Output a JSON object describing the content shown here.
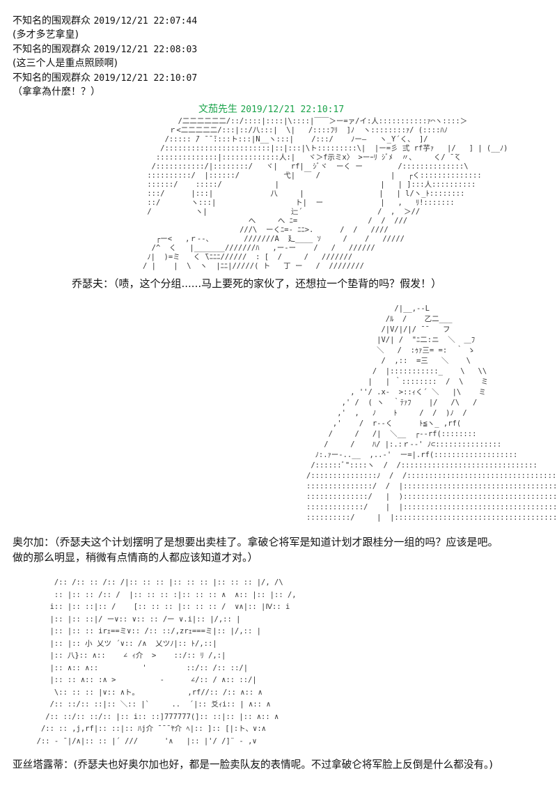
{
  "comments": [
    {
      "author": "不知名的围观群众",
      "time": "2019/12/21 22:07:44",
      "text": "(多才多艺拿皇)"
    },
    {
      "author": "不知名的围观群众",
      "time": "2019/12/21 22:08:03",
      "text": "(这三个人是重点照顾啊)"
    },
    {
      "author": "不知名的围观群众",
      "time": "2019/12/21 22:10:07",
      "text": "（拿拿為什麼！？）"
    }
  ],
  "post": {
    "author": "文茄先生",
    "time": "2019/12/21 22:10:17"
  },
  "art": {
    "a1": "        /二二二二二二/::/::::|::::|\\::::|￣￣＞ー=ァ/イ:人:::::::::::ｧ⌒ヽ::::＞\n      ｒ<二二二二二/:::|::/八:::|  \\|   /::::ﾌﾘ  ]ﾉ  ヽ::::::::ｧ/ (::::ﾊﾉ\n     /::::: ̄/ ̄ ̄ ̄::::ト:::|N__ヽ:::|    /:::/    ﾉー―   ヽ_Y´く、 ]/\n    /::::::::::::::::::::::::|::|:::|\\ト:::::::::\\|  |ー=彡 弍 rf芋ｧ   |/   ] | (__ﾉ)\n   ::::::::::::::|:::::::::::::人:|   ヾ＞f示ミx〉 >ーｰﾘ ｼﾞﾒ  〃、    く/ ̄ ̄く\n  /:::::::::::/|::::::::/   ヾ|   rf|  ｼﾞヾ  ーく ー        /::::::::::::::\\\n ::::::::::/  |::::::/          弋|  ￣ /                |   ┌く::::::::::::::\n ::::::/    :::::/            |                       |   | ]:::人::::::::::\n :::/      |:::|             八     |                 |   | l/ヽ_ﾄ::::::::\n ::/       ヽ:::|                  ト|  ー             |   ,   ﾘ!:::::::\n /          ヽ|                   辷´                 /  ,  ＞//\n                        へ     へ ﾆ=                /  /  ///\n                      ///\\  ーくﾆ=- ﾆﾆ>.      /  /   ////\n   ┌ー<   ,ｒ‐‐、       ///////A  廴____ ｿ     /    /   /////\n  /^  く   |_______///////ﾊ   ,ー‐ー    /   /   //////\n ﾉ|  )=ミ   く ̄\\ﾆﾆﾆ//////  : [  /     /   ///////\n/ |    |  \\  ヽ  |ﾆﾆ|/////( ト   丁 ー   /  ////////",
    "a2": "                    /|__,-‐L\n                  /ﾙ  /    乙二___\n                 /|V/|/|/ ̄ ̄    フ\n                |V/| /  \"ﾆ二:ニ  ＼  ＿ﾌ\n                ＼   /  :ｩｧ三= =:  ｀ ゝ\n                 /  ,::  =三   ＼    \\\n               /  |:::::::::::_    \\   \\\\\n              |   | ｀::::::::  /  \\    ミ\n          , ''/ .x-  >::ｨく´ ＼   |\\    ミ\n        ,' /  ( ヽ  ｀ﾃｧﾌ    |/   /\\   /\n       ,'  ,   ﾉ    ﾄ     /  /  )ﾉ  /\n      ,'    /  r‐‐く      ﾄ≦ヽ_ ,rf(\n     /     /   /|  ＼__  ┌-‐rf(::::::::\n    /     /    ﾊ/ |:.:ｒ-‐' ﾉ⊂:::::::::::::::\n  ﾉ:.ｧー-..__  ,..-'  ー=|.rf(:::::::::::::::::::\n /::::::ﾞ\"::::ヽ  /  /:::::::::::::::::::::::::::::::\n/:::::::::::::::ﾉ  /  /::::::::::::::::::::::::::::::::::\n:::::::::::::::/  /  |::::::::::::::::::::::::::::::::::::\n::::::::::::::/   |  ):::::::::::::::::::::::::::::::::::::\n:::::::::::::/    |  |:::::::::::::::::::::::::::::::::::::::\n::::::::::/     |  |:::::::::::::::::::::::::::::::::::::::",
    "a3": "      /:: /:: :: /:: /|:: :: :: |:: :: :: |:: :: :: |/, /\\\n      :: |:: :: /:: /  |:: :: :: :|:: :: :: ∧  ∧:: |:: |:: /,\n     i:: |:: ::|:: /    [:: :: :: |:: :: :: /  ∨∧|:: |Ⅳ:: i\n     |:: |:: ::|/ ー∨:: ∨:: :: /ー ∨.i|:: |/,:: |\n     |:: |:: :: irｪ==ミ∨:: /:: ::/,zrｪ===ミ|:: |/,:: |\n     |:: |:: 小 乂ツ ´∨:: /∧  乂ツﾉ|:: ﾄ/,::|\n     |:: 八}:: ∧::    ∠ ｨ介  >    ::/:: ﾘ /,:|\n     |:: ∧:: ∧::          '         ::/:: /:: ::/|\n     |:: :: ∧:: :∧ >          -      ∠/:: / ∧:: ::/|\n      \\:: :: :: |∨:: ∧ト。           ,rf//:: /:: ∧:: ∧\n     /:: ::/:: ::|:: ＼:: |`     ..  ´|:: 爻ｨi:: | ∧:: ∧\n    /:: ::/:: ::/:: |:: i:: ::]777777(]:: ::|:: |:: ∧:: ∧\n   /:: :: ,j,rf|:: ::|:: ﾊj介 ̄ ̄ ̄ ﾔ介 ﾍ|:: ]:: [|:ト、∨:∧\n  /:: - ¯|/∧|:: :: |´ ///      '∧   |:: |'/ /]¨ - ,∨"
  },
  "dialogues": [
    "乔瑟夫：（啧，这个分组......马上要死的家伙了，还想拉一个垫背的吗？假发！）",
    "奥尔加：（乔瑟夫这个计划摆明了是想要出卖桂了。拿破仑将军是知道计划才跟桂分一组的吗？应该是吧。",
    "做的那么明显，稍微有点情商的人都应该知道才对。）",
    "亚丝塔露蒂：(乔瑟夫也好奥尔加也好，都是一脸卖队友的表情呢。不过拿破仑将军脸上反倒是什么都没有。)"
  ]
}
